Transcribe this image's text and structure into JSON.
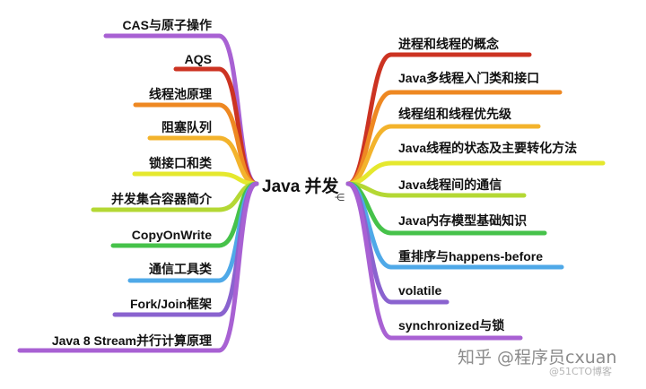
{
  "center": {
    "title": "Java 并发",
    "collapse_glyph": "⋲"
  },
  "left_branches": [
    {
      "label": "CAS与原子操作",
      "color": "#a861d3"
    },
    {
      "label": "AQS",
      "color": "#cc3322"
    },
    {
      "label": "线程池原理",
      "color": "#ee8822"
    },
    {
      "label": "阻塞队列",
      "color": "#f3b32c"
    },
    {
      "label": "锁接口和类",
      "color": "#e5e82e"
    },
    {
      "label": "并发集合容器简介",
      "color": "#b4d834"
    },
    {
      "label": "CopyOnWrite",
      "color": "#46c24a"
    },
    {
      "label": "通信工具类",
      "color": "#4fa9e8"
    },
    {
      "label": "Fork/Join框架",
      "color": "#8a63cf"
    },
    {
      "label": "Java 8 Stream并行计算原理",
      "color": "#a861d3"
    }
  ],
  "right_branches": [
    {
      "label": "进程和线程的概念",
      "color": "#cc3322"
    },
    {
      "label": "Java多线程入门类和接口",
      "color": "#ee8822"
    },
    {
      "label": "线程组和线程优先级",
      "color": "#f3b32c"
    },
    {
      "label": "Java线程的状态及主要转化方法",
      "color": "#e5e82e"
    },
    {
      "label": "Java线程间的通信",
      "color": "#b4d834"
    },
    {
      "label": "Java内存模型基础知识",
      "color": "#46c24a"
    },
    {
      "label": "重排序与happens-before",
      "color": "#4fa9e8"
    },
    {
      "label": "volatile",
      "color": "#8a63cf"
    },
    {
      "label": "synchronized与锁",
      "color": "#a861d3"
    }
  ],
  "watermark": {
    "main": "知乎 @程序员cxuan",
    "sub": "@51CTO博客"
  }
}
